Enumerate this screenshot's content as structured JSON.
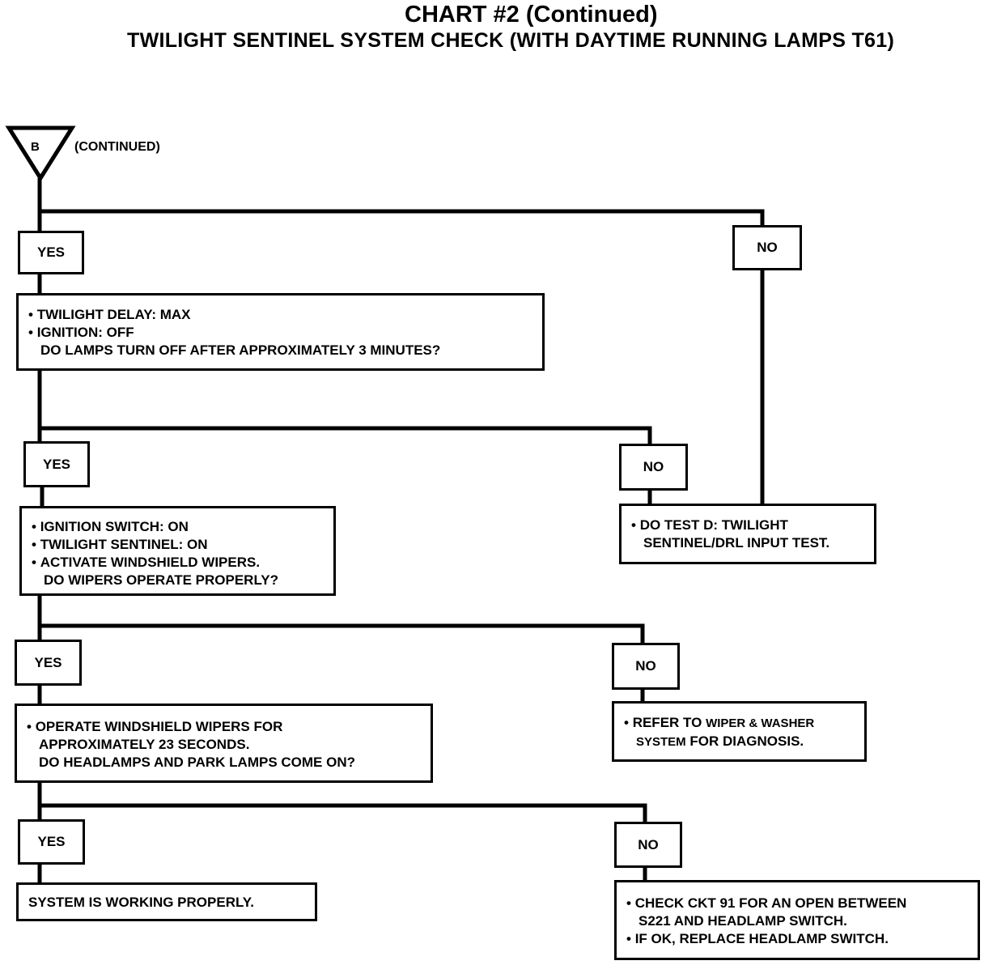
{
  "header": {
    "title": "CHART #2 (Continued)",
    "subtitle": "TWILIGHT SENTINEL SYSTEM CHECK (WITH DAYTIME RUNNING LAMPS T61)"
  },
  "connector": {
    "label": "B",
    "note": "(CONTINUED)"
  },
  "labels": {
    "yes": "YES",
    "no": "NO"
  },
  "steps": {
    "delay_check": [
      "TWILIGHT DELAY: MAX",
      "IGNITION: OFF",
      "DO LAMPS TURN OFF AFTER APPROXIMATELY 3 MINUTES?"
    ],
    "wiper_check": [
      "IGNITION SWITCH: ON",
      "TWILIGHT SENTINEL: ON",
      "ACTIVATE WINDSHIELD WIPERS.",
      "DO WIPERS OPERATE PROPERLY?"
    ],
    "test_d": [
      "DO TEST D: TWILIGHT",
      "SENTINEL/DRL INPUT TEST."
    ],
    "wiper_run": [
      "OPERATE WINDSHIELD WIPERS FOR",
      "APPROXIMATELY 23 SECONDS.",
      "DO HEADLAMPS AND PARK LAMPS COME ON?"
    ],
    "wiper_refer": [
      "REFER TO",
      "WIPER & WASHER",
      "SYSTEM",
      "FOR DIAGNOSIS."
    ],
    "system_ok": "SYSTEM IS WORKING PROPERLY.",
    "ckt91": [
      "CHECK CKT 91 FOR AN OPEN BETWEEN",
      "S221 AND HEADLAMP SWITCH.",
      "IF OK, REPLACE HEADLAMP SWITCH."
    ]
  }
}
